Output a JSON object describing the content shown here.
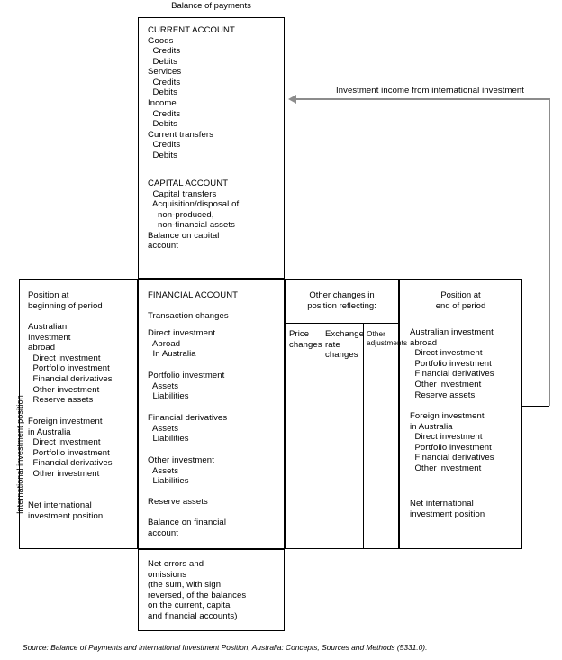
{
  "figure": {
    "top_caption": "Balance of payments",
    "vertical_axis_label": "International investment position",
    "annotation": "Investment income from international investment",
    "source": "Source: Balance of Payments and International Investment Position, Australia: Concepts, Sources and Methods (5331.0)."
  },
  "current_account": {
    "title": "CURRENT ACCOUNT",
    "lines": [
      "Goods",
      "  Credits",
      "  Debits",
      "Services",
      "  Credits",
      "  Debits",
      "Income",
      "  Credits",
      "  Debits",
      "Current transfers",
      "  Credits",
      "  Debits"
    ]
  },
  "capital_account": {
    "title": "CAPITAL ACCOUNT",
    "lines": [
      "  Capital transfers",
      "  Acquisition/disposal of",
      "    non-produced,",
      "    non-financial assets",
      "Balance on capital",
      "account"
    ]
  },
  "position_beginning": {
    "heading": "Position at\nbeginning of period",
    "groups": [
      {
        "title": "Australian\nInvestment\nabroad",
        "items": [
          "Direct investment",
          "Portfolio investment",
          "Financial derivatives",
          "Other investment",
          "Reserve assets"
        ]
      },
      {
        "title": "Foreign investment\nin Australia",
        "items": [
          "Direct investment",
          "Portfolio investment",
          "Financial derivatives",
          "Other investment"
        ]
      }
    ],
    "net": "Net international\ninvestment position"
  },
  "financial_account": {
    "title": "FINANCIAL ACCOUNT",
    "subtitle": "Transaction changes",
    "groups": [
      {
        "title": "Direct investment",
        "items": [
          "Abroad",
          "In Australia"
        ]
      },
      {
        "title": "Portfolio investment",
        "items": [
          "Assets",
          "Liabilities"
        ]
      },
      {
        "title": "Financial derivatives",
        "items": [
          "Assets",
          "Liabilities"
        ]
      },
      {
        "title": "Other investment",
        "items": [
          "Assets",
          "Liabilities"
        ]
      }
    ],
    "reserve_assets": "Reserve assets",
    "balance": "Balance on financial\naccount"
  },
  "other_changes": {
    "heading": "Other changes in\nposition reflecting:",
    "columns": [
      "Price\nchanges",
      "Exchange\nrate\nchanges",
      "Other\nadjustments"
    ]
  },
  "position_end": {
    "heading": "Position at\nend of period",
    "groups": [
      {
        "title": "Australian investment\nabroad",
        "items": [
          "Direct investment",
          "Portfolio investment",
          "Financial derivatives",
          "Other investment",
          "Reserve assets"
        ]
      },
      {
        "title": "Foreign investment\nin Australia",
        "items": [
          "Direct investment",
          "Portfolio investment",
          "Financial derivatives",
          "Other investment"
        ]
      }
    ],
    "net": "Net international\ninvestment position"
  },
  "net_errors": {
    "lines": "Net errors and\nomissions\n(the sum, with sign\nreversed, of the balances\non the current, capital\nand financial accounts)"
  },
  "colors": {
    "line": "#000000",
    "arrow": "#8c8c8c",
    "background": "#ffffff"
  }
}
